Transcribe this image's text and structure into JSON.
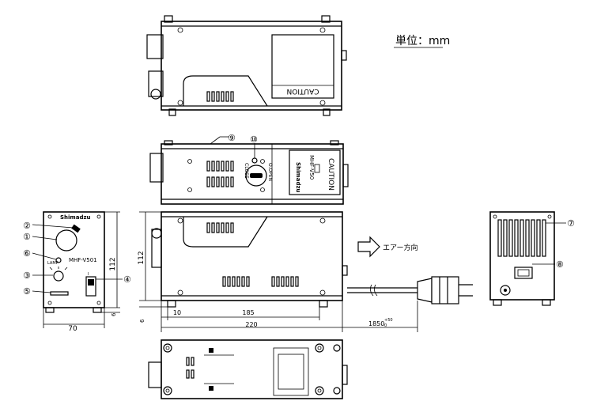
{
  "unit_label": "単位：mm",
  "caution_text": "CAUTION",
  "model": "MHF-V501",
  "model_rotated": "MHF-V50",
  "airflow_label": "エアー方向",
  "dimensions": {
    "height_left": "112",
    "base_left": "6",
    "width_front": "70",
    "height_side": "112",
    "base_side": "6",
    "offset_10": "10",
    "span_185": "185",
    "length_220": "220",
    "cable_length": "1850",
    "cable_tol_upper": "+50",
    "cable_tol_lower": "0"
  },
  "callouts": [
    "①",
    "②",
    "③",
    "④",
    "⑤",
    "⑥",
    "⑦",
    "⑧",
    "⑨",
    "⑩"
  ]
}
